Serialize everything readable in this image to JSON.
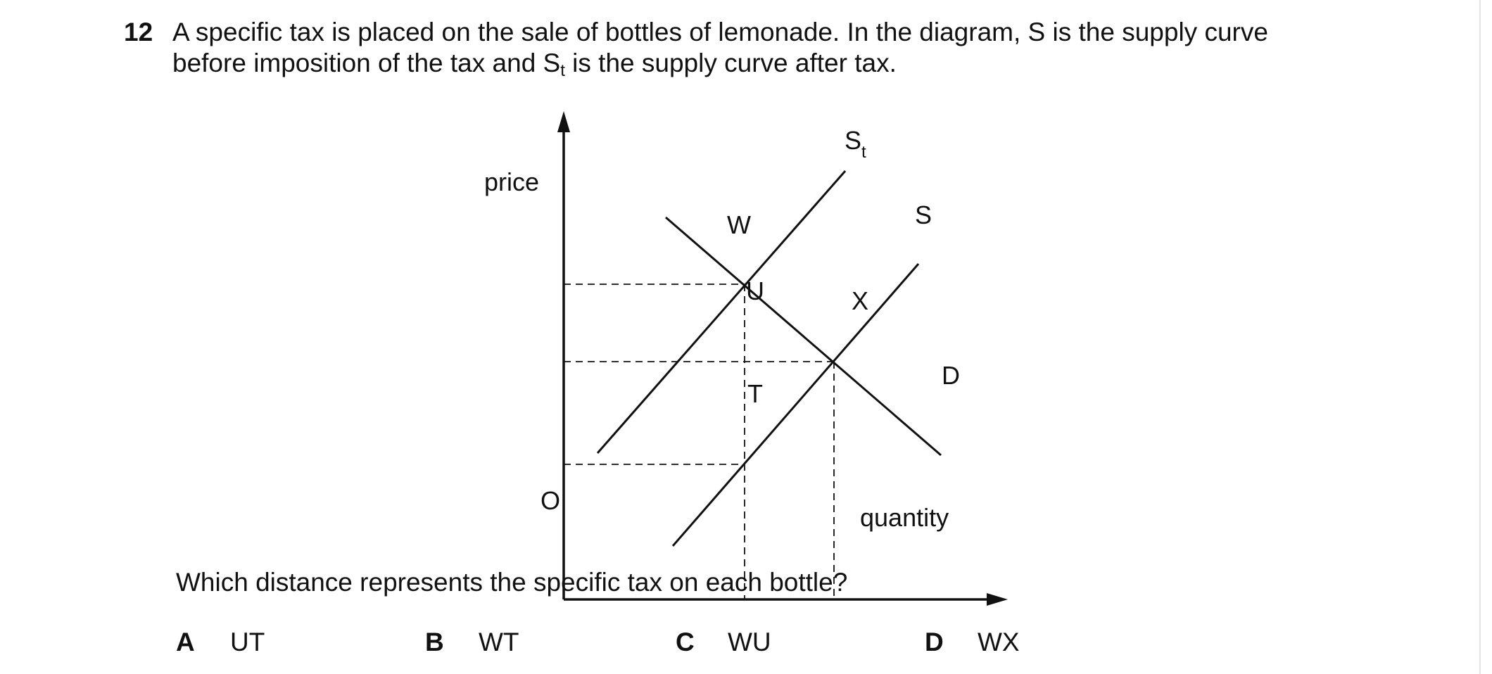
{
  "question": {
    "number": "12",
    "line1": "A specific tax is placed on the sale of bottles of lemonade. In the diagram, S is the supply curve",
    "line2_a": "before imposition of the tax and S",
    "line2_sub": "t",
    "line2_b": " is the supply curve after tax.",
    "prompt": "Which distance represents the specific tax on each bottle?"
  },
  "diagram": {
    "y_axis_label": "price",
    "x_axis_label": "quantity",
    "origin_label": "O",
    "curves": {
      "st": "S",
      "st_sub": "t",
      "s": "S",
      "d": "D"
    },
    "points": {
      "w": "W",
      "u": "U",
      "x": "X",
      "t": "T"
    }
  },
  "options": [
    {
      "letter": "A",
      "text": "UT"
    },
    {
      "letter": "B",
      "text": "WT"
    },
    {
      "letter": "C",
      "text": "WU"
    },
    {
      "letter": "D",
      "text": "WX"
    }
  ]
}
